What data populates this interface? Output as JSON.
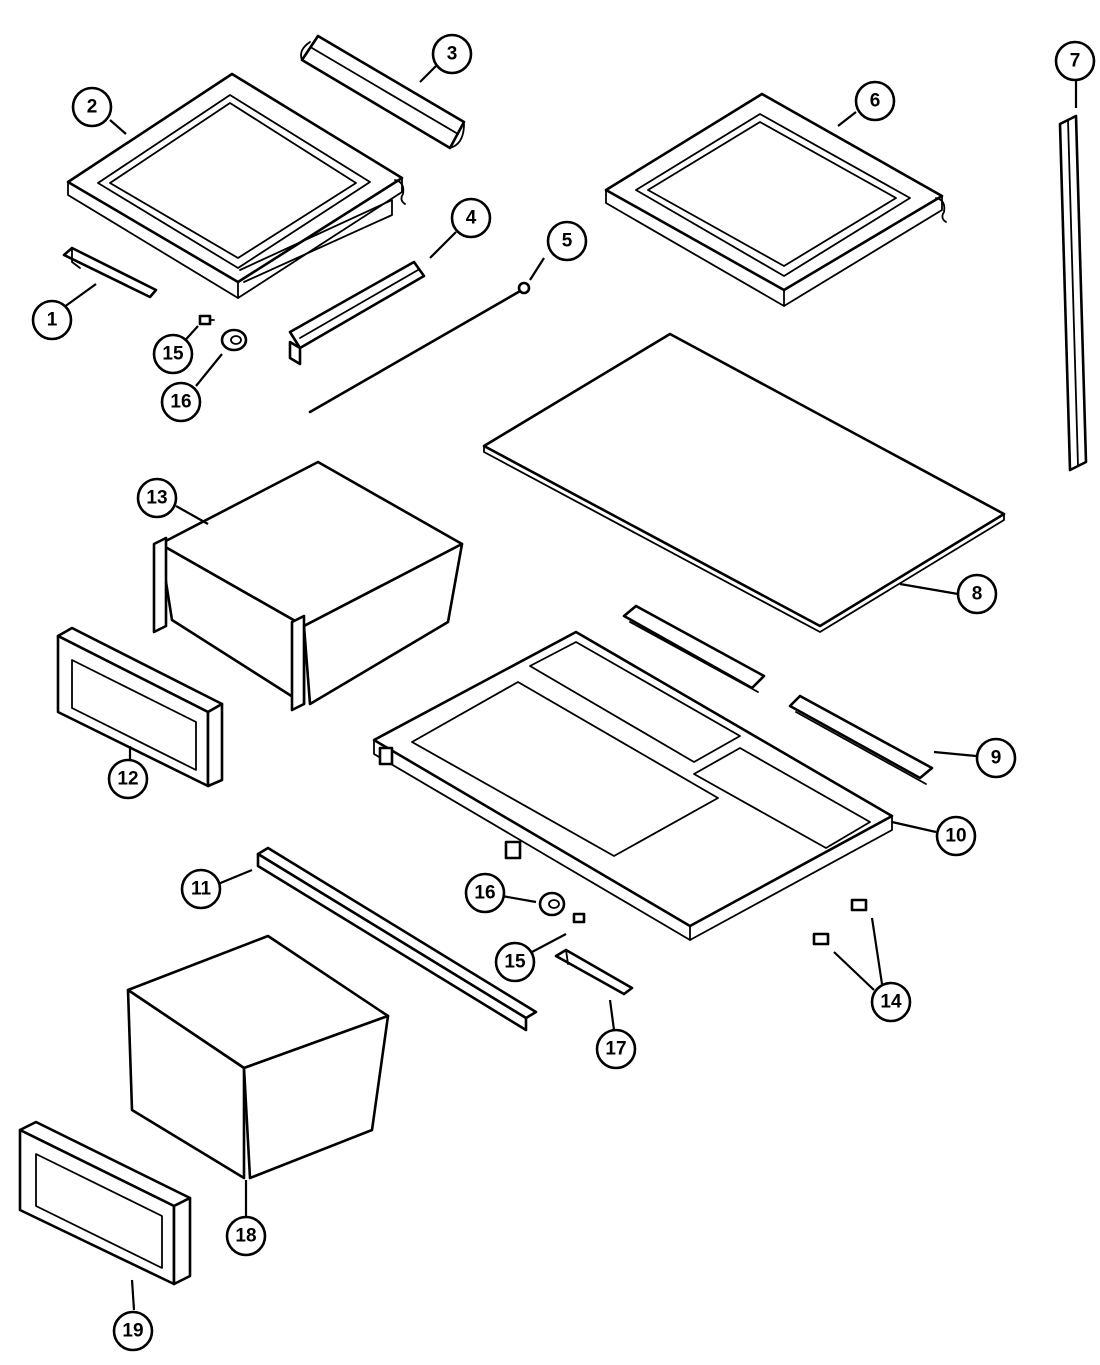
{
  "colors": {
    "ink": "#000000",
    "paper": "#ffffff"
  },
  "callouts": [
    {
      "id": "c1",
      "label": "1"
    },
    {
      "id": "c2",
      "label": "2"
    },
    {
      "id": "c3",
      "label": "3"
    },
    {
      "id": "c4",
      "label": "4"
    },
    {
      "id": "c5",
      "label": "5"
    },
    {
      "id": "c6",
      "label": "6"
    },
    {
      "id": "c7",
      "label": "7"
    },
    {
      "id": "c8",
      "label": "8"
    },
    {
      "id": "c9",
      "label": "9"
    },
    {
      "id": "c10",
      "label": "10"
    },
    {
      "id": "c11",
      "label": "11"
    },
    {
      "id": "c12",
      "label": "12"
    },
    {
      "id": "c13",
      "label": "13"
    },
    {
      "id": "c14",
      "label": "14"
    },
    {
      "id": "c15a",
      "label": "15"
    },
    {
      "id": "c15b",
      "label": "15"
    },
    {
      "id": "c16a",
      "label": "16"
    },
    {
      "id": "c16b",
      "label": "16"
    },
    {
      "id": "c17",
      "label": "17"
    },
    {
      "id": "c18",
      "label": "18"
    },
    {
      "id": "c19",
      "label": "19"
    }
  ]
}
